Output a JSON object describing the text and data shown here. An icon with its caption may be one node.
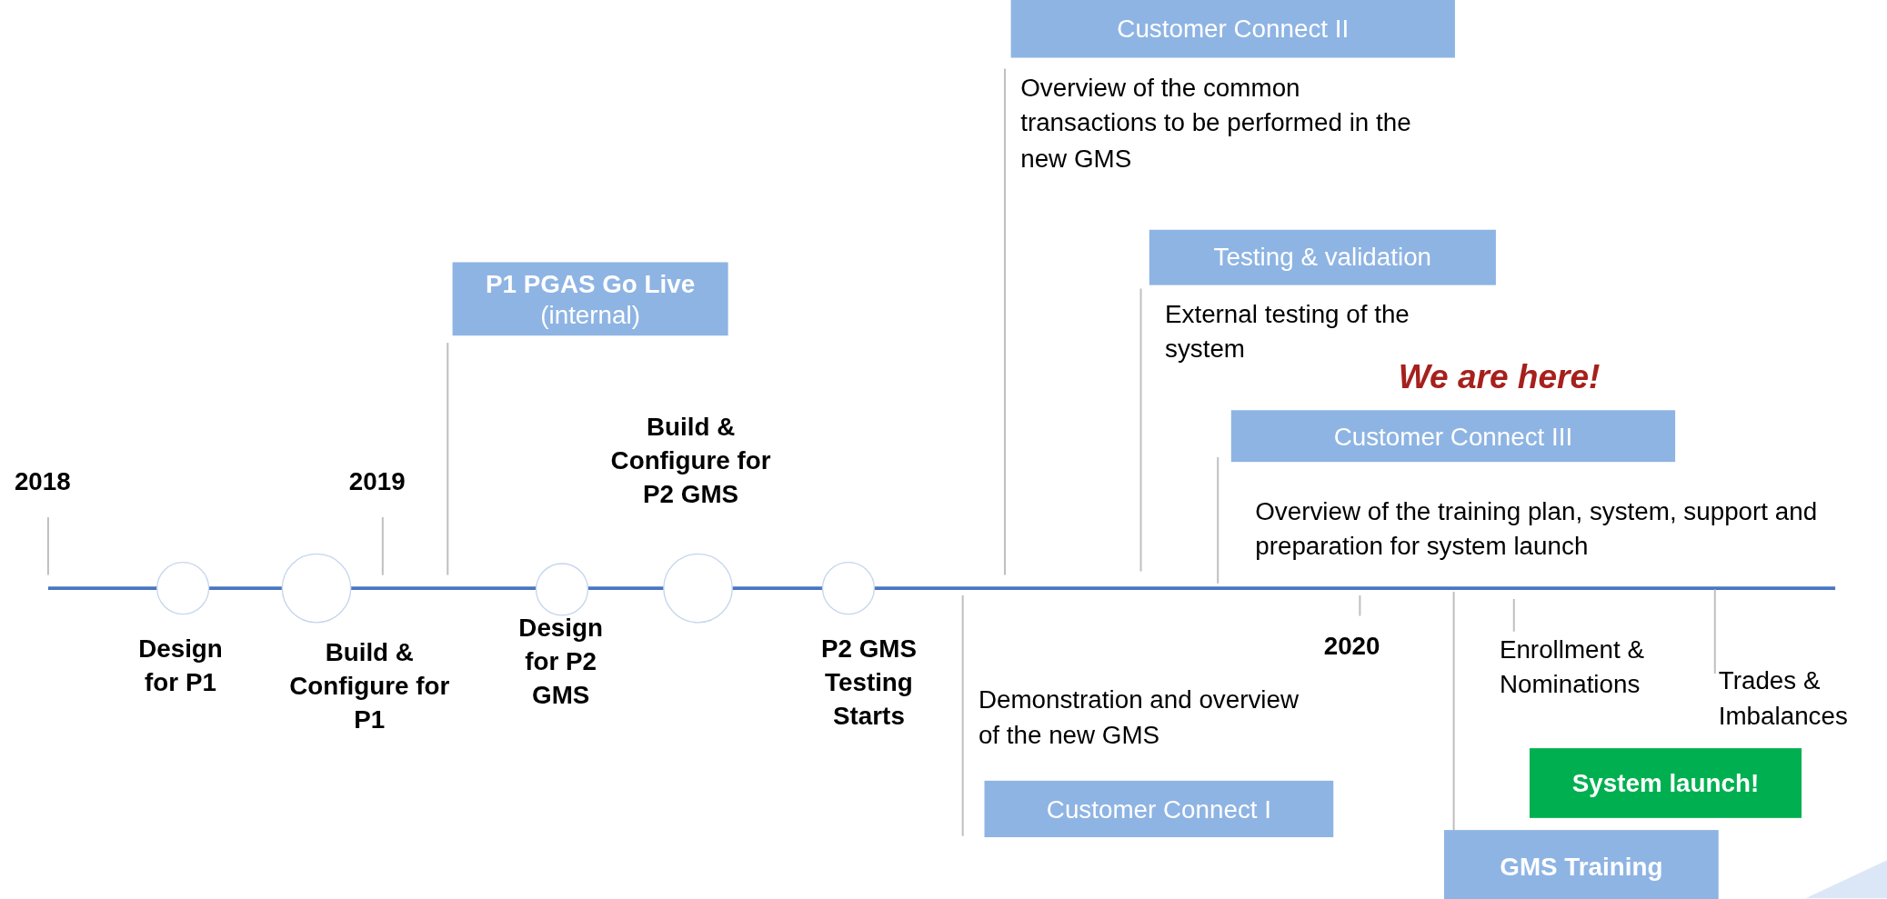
{
  "diagram": {
    "nodes": [
      {
        "text": [],
        "shape": "circle",
        "beside": [
          "Design for P1"
        ]
      },
      {
        "text": [],
        "shape": "circle",
        "beside": [
          "Build & Configure for P1"
        ]
      },
      {
        "text": [
          "P1 PGAS Go Live",
          "(internal)"
        ]
      },
      {
        "text": [],
        "shape": "circle",
        "beside": [
          "Design for P2 GMS"
        ]
      },
      {
        "text": [],
        "shape": "circle",
        "beside": [
          "Build & Configure for P2 GMS"
        ]
      },
      {
        "text": [],
        "shape": "circle",
        "beside": [
          "P2 GMS Testing Starts"
        ]
      },
      {
        "text": [
          "Customer Connect II"
        ],
        "beside": [
          "Overview of the common transactions to be performed in the new GMS"
        ]
      },
      {
        "text": [
          "Testing & validation"
        ],
        "beside": [
          "External testing of the system"
        ]
      },
      {
        "text": [
          "Customer Connect III"
        ],
        "beside": [
          "Overview of the training plan, system, support and preparation for system launch"
        ]
      },
      {
        "text": [
          "Customer Connect I"
        ],
        "beside": [
          "Demonstration and overview of the new GMS"
        ]
      },
      {
        "text": [
          "GMS Training"
        ]
      },
      {
        "text": [
          "System launch!"
        ]
      },
      {
        "text": [
          "Enrollment & Nominations"
        ]
      },
      {
        "text": [
          "Trades & Imbalances"
        ]
      }
    ],
    "edges": [
      {
        "from": 2,
        "to": null,
        "arrow": "none"
      },
      {
        "from": 6,
        "to": null,
        "arrow": "none"
      },
      {
        "from": 7,
        "to": null,
        "arrow": "none"
      },
      {
        "from": 8,
        "to": null,
        "arrow": "none"
      },
      {
        "from": 9,
        "to": null,
        "arrow": "none"
      },
      {
        "from": 10,
        "to": null,
        "arrow": "none"
      },
      {
        "from": 12,
        "to": null,
        "arrow": "none"
      },
      {
        "from": 13,
        "to": null,
        "arrow": "none"
      }
    ],
    "labels": [
      "2018",
      "2019",
      "We are here!",
      "2020"
    ]
  }
}
